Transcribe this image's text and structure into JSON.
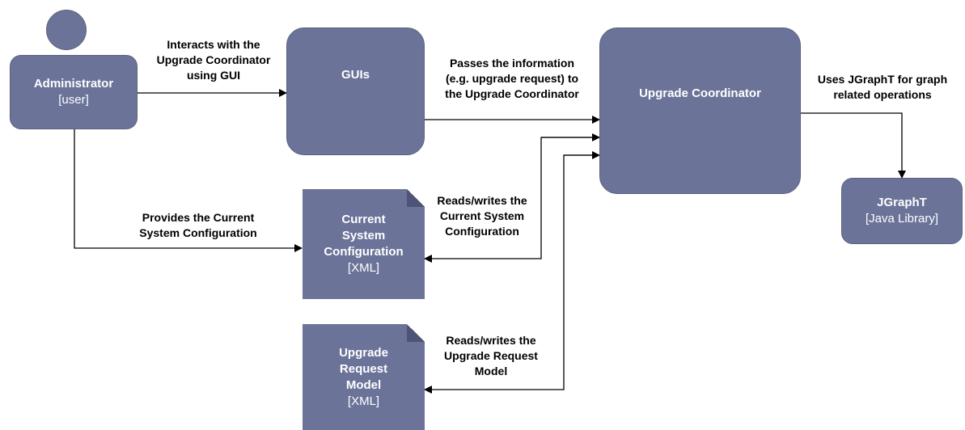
{
  "nodes": {
    "administrator": {
      "title": "Administrator",
      "subtitle": "[user]"
    },
    "guis": {
      "title": "GUIs"
    },
    "upgrade_coordinator": {
      "title": "Upgrade Coordinator"
    },
    "jgrapht": {
      "title": "JGraphT",
      "subtitle": "[Java Library]"
    },
    "current_config": {
      "title_lines": [
        "Current",
        "System",
        "Configuration"
      ],
      "subtitle": "[XML]"
    },
    "upgrade_request_model": {
      "title_lines": [
        "Upgrade",
        "Request",
        "Model"
      ],
      "subtitle": "[XML]"
    }
  },
  "edges": {
    "admin_guis": [
      "Interacts with the",
      "Upgrade Coordinator",
      "using GUI"
    ],
    "guis_coordinator": [
      "Passes the information",
      "(e.g. upgrade request) to",
      "the Upgrade Coordinator"
    ],
    "coordinator_jgrapht": [
      "Uses JGraphT for graph",
      "related operations"
    ],
    "admin_config": [
      "Provides the Current",
      "System Configuration"
    ],
    "coordinator_config": [
      "Reads/writes the",
      "Current System",
      "Configuration"
    ],
    "coordinator_request": [
      "Reads/writes the",
      "Upgrade Request",
      "Model"
    ]
  },
  "colors": {
    "node_fill": "#6b7399",
    "node_text": "#ffffff",
    "line": "#000000"
  }
}
